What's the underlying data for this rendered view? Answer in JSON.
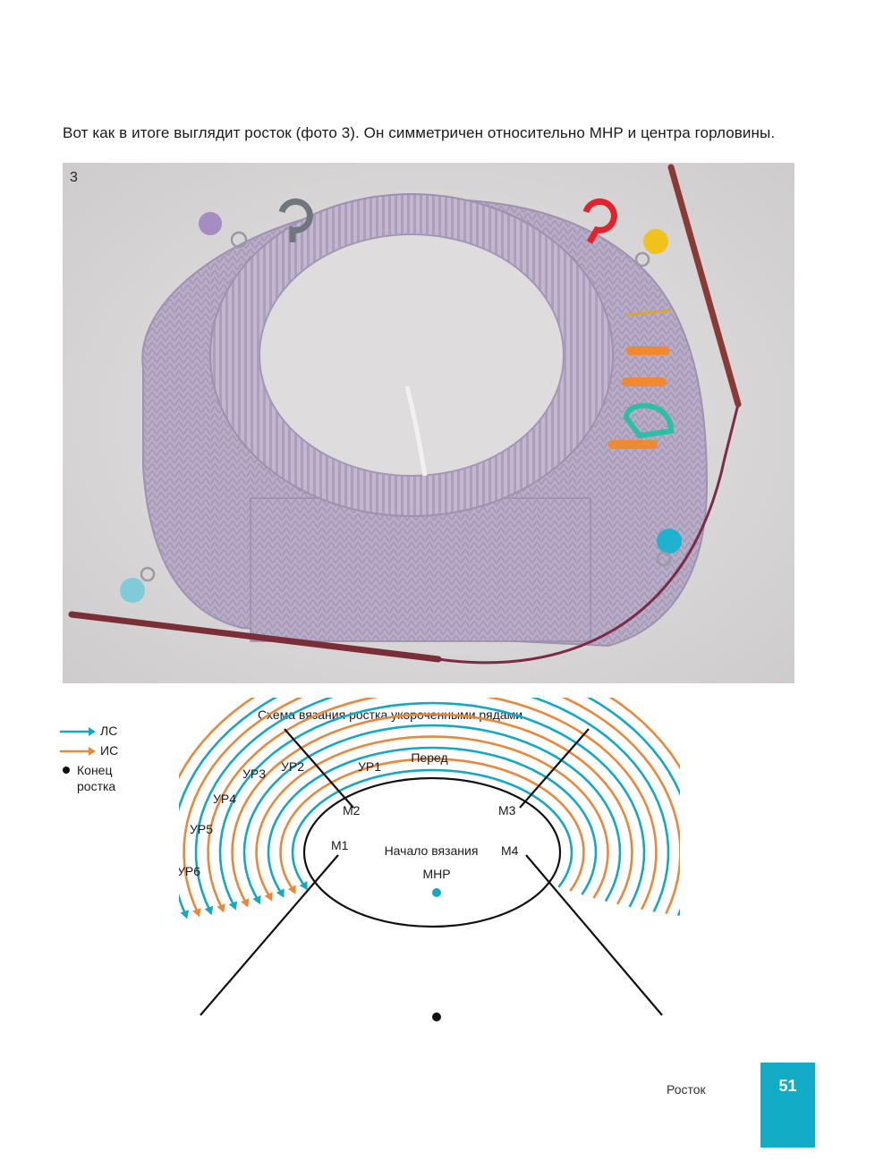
{
  "intro_text": "Вот как в итоге выглядит росток (фото 3). Он симметричен относительно МНР и центра горловины.",
  "photo": {
    "number": "3"
  },
  "legend": {
    "ls_label": "ЛС",
    "is_label": "ИС",
    "end_label": "Конец ростка"
  },
  "scheme": {
    "title": "Схема вязания ростка укороченными рядами",
    "front": "Перед",
    "start": "Начало вязания",
    "mnr": "МНР",
    "markers": [
      "М1",
      "М2",
      "М3",
      "М4"
    ],
    "rows": [
      "УР1",
      "УР2",
      "УР3",
      "УР4",
      "УР5",
      "УР6"
    ]
  },
  "colors": {
    "ls": "#13a8c4",
    "is": "#e9883a",
    "tab": "#13acc6",
    "yarn": "#b9adc7"
  },
  "footer": {
    "section": "Росток",
    "page": "51"
  }
}
